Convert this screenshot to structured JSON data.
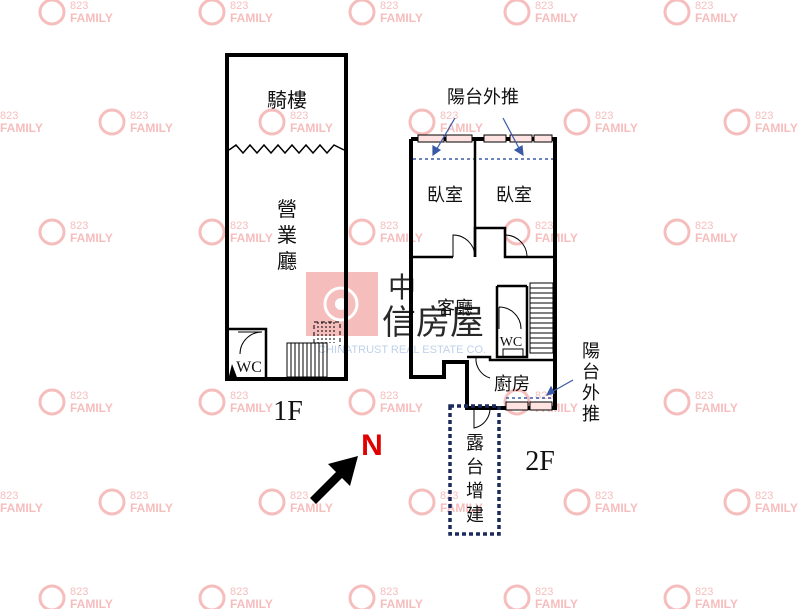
{
  "watermark": {
    "brand_number": "823",
    "brand_name": "FAMILY",
    "center_char": "中",
    "center_name": "信房屋",
    "center_en": "CHINATRUST REAL ESTATE CO."
  },
  "floor1": {
    "label": "1F",
    "arcade": "騎樓",
    "hall": [
      "營",
      "業",
      "廳"
    ],
    "wc": "WC"
  },
  "floor2": {
    "label": "2F",
    "balcony_top": "陽台外推",
    "bedroom_left": "臥室",
    "bedroom_right": "臥室",
    "living": "客廳",
    "wc": "WC",
    "kitchen": "廚房",
    "balcony_right": [
      "陽",
      "台",
      "外",
      "推"
    ],
    "terrace": [
      "露",
      "台",
      "增",
      "建"
    ]
  },
  "compass": {
    "letter": "N",
    "letter_color": "#e00000",
    "arrow_color": "#000000"
  },
  "colors": {
    "wall": "#000000",
    "terrace_outline": "#1a2a5a",
    "window_fill": "#ffe2e2",
    "balcony_line": "#3a5aa8",
    "watermark": "#f4a8a8",
    "logo_fill": "#f6b6b6",
    "logo_text": "#9db8e0"
  }
}
